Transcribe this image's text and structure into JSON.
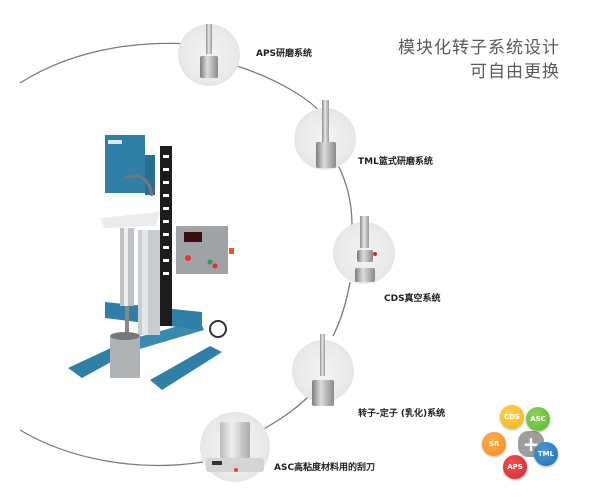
{
  "title": {
    "line1": "模块化转子系统设计",
    "line2": "可自由更换"
  },
  "modules": [
    {
      "id": "aps",
      "label": "APS研磨系统"
    },
    {
      "id": "tml",
      "label": "TML篮式研磨系统"
    },
    {
      "id": "cds",
      "label": "CDS真空系统"
    },
    {
      "id": "rotor_stator",
      "label": "转子-定子 (乳化)系统"
    },
    {
      "id": "asc",
      "label": "ASC高粘度材料用的刮刀"
    }
  ],
  "logo": {
    "center_symbol": "+",
    "badges": [
      {
        "label": "CDS",
        "color": "#f2b21b"
      },
      {
        "label": "ASC",
        "color": "#5cb532"
      },
      {
        "label": "SR",
        "color": "#f08a1e"
      },
      {
        "label": "TML",
        "color": "#1f6fb5"
      },
      {
        "label": "APS",
        "color": "#d7262b"
      }
    ]
  },
  "colors": {
    "arc": "#777777",
    "machine_blue": "#2f7fa6",
    "title_text": "#5a5a5a"
  }
}
